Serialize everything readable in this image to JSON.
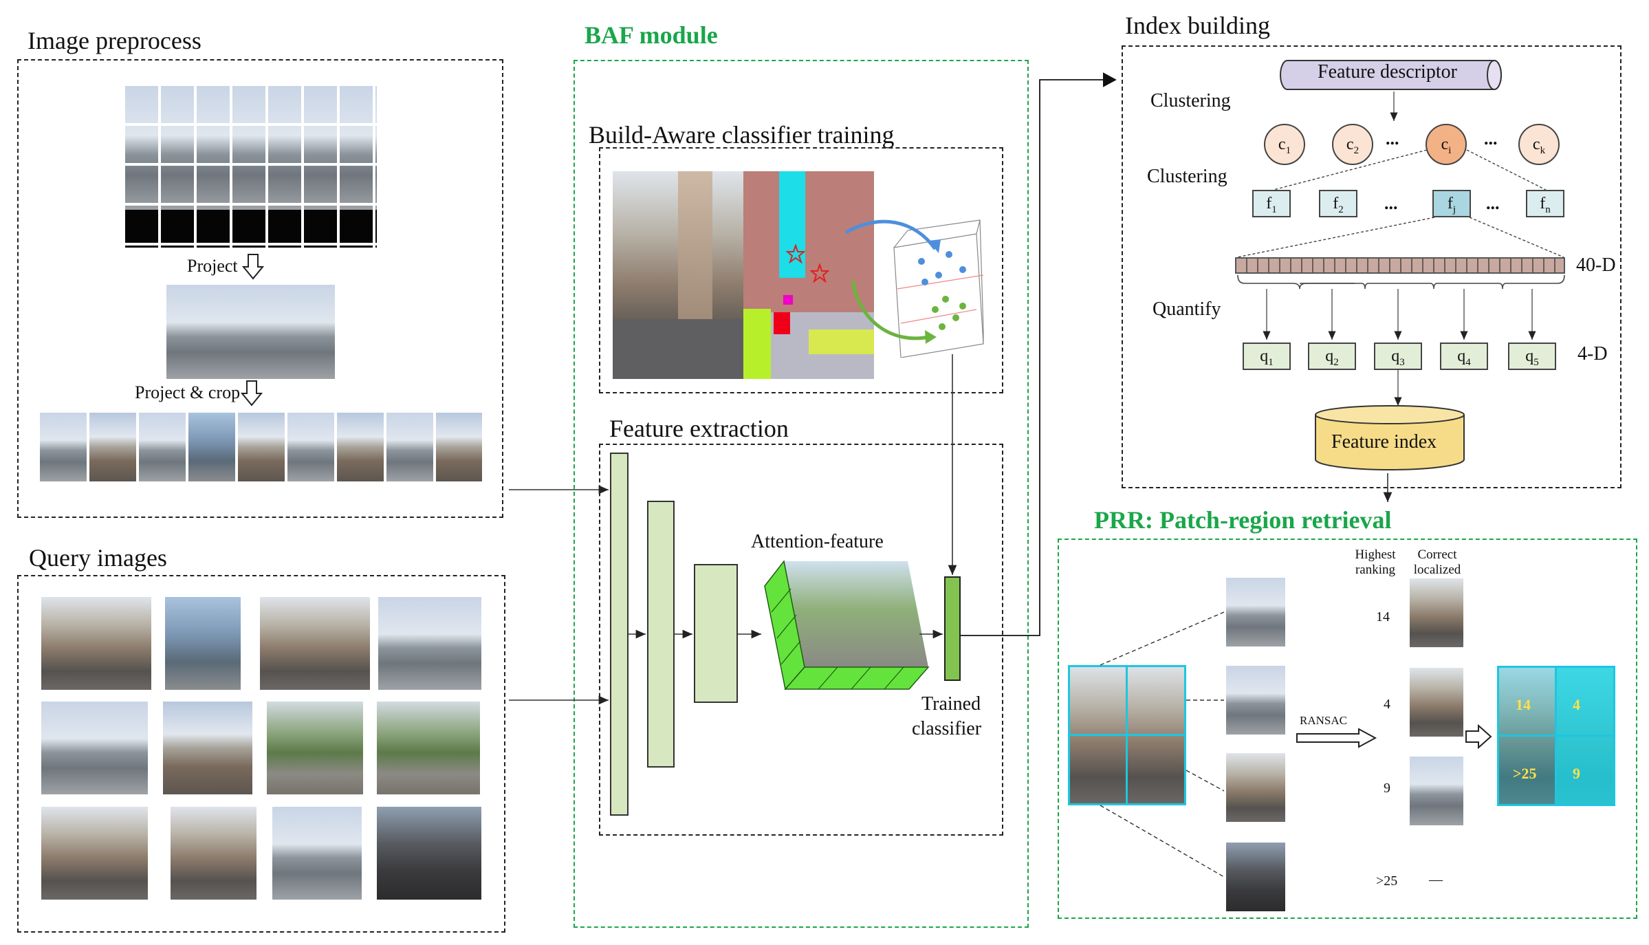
{
  "sections": {
    "image_preprocess": "Image preprocess",
    "query_images": "Query images",
    "baf_module": "BAF module",
    "classifier_training": "Build-Aware classifier training",
    "feature_extraction": "Feature extraction",
    "index_building": "Index building",
    "prr": "PRR: Patch-region retrieval"
  },
  "preprocess": {
    "project": "Project",
    "project_crop": "Project & crop"
  },
  "baf": {
    "attention_feature": "Attention-feature",
    "trained_classifier_line1": "Trained",
    "trained_classifier_line2": "classifier"
  },
  "index": {
    "feature_descriptor": "Feature descriptor",
    "clustering_1": "Clustering",
    "clustering_2": "Clustering",
    "quantify": "Quantify",
    "dim_40": "40-D",
    "dim_4": "4-D",
    "feature_index": "Feature index",
    "ellipsis": "...",
    "centroids": [
      {
        "base": "c",
        "sub": "1"
      },
      {
        "base": "c",
        "sub": "2"
      },
      {
        "base": "c",
        "sub": "i"
      },
      {
        "base": "c",
        "sub": "k"
      }
    ],
    "features": [
      {
        "base": "f",
        "sub": "1"
      },
      {
        "base": "f",
        "sub": "2"
      },
      {
        "base": "f",
        "sub": "j"
      },
      {
        "base": "f",
        "sub": "n"
      }
    ],
    "quantized": [
      {
        "base": "q",
        "sub": "1"
      },
      {
        "base": "q",
        "sub": "2"
      },
      {
        "base": "q",
        "sub": "3"
      },
      {
        "base": "q",
        "sub": "4"
      },
      {
        "base": "q",
        "sub": "5"
      }
    ]
  },
  "prr": {
    "col_highest_1": "Highest",
    "col_highest_2": "ranking",
    "col_correct_1": "Correct",
    "col_correct_2": "localized",
    "ransac": "RANSAC",
    "rankings": [
      "14",
      "4",
      "9",
      ">25"
    ],
    "dash": "—",
    "overlay_labels": [
      "14",
      "4",
      ">25",
      "9"
    ]
  },
  "colors": {
    "green_accent": "#1aa64a",
    "cyan_grid": "#1ec6e0",
    "highlight_centroid": "#f3b285",
    "feature_index_fill": "#f6dc88"
  }
}
